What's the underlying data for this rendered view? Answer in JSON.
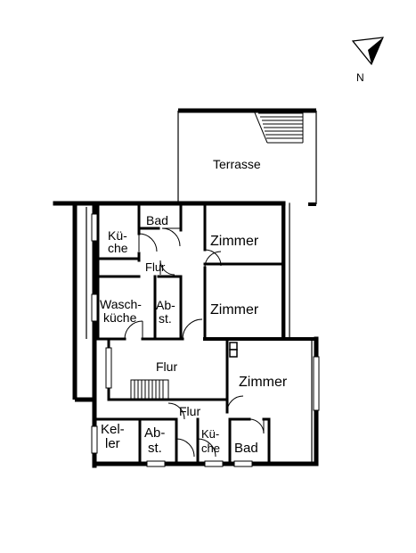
{
  "compass": {
    "label": "N"
  },
  "rooms": {
    "terrasse": "Terrasse",
    "bad_top": "Bad",
    "kueche_top_1": "Kü-",
    "kueche_top_2": "che",
    "flur_small": "Flur",
    "zimmer_1": "Zimmer",
    "zimmer_2": "Zimmer",
    "waschkueche_1": "Wasch-",
    "waschkueche_2": "küche",
    "abst_mid_1": "Ab-",
    "abst_mid_2": "st.",
    "flur_middle": "Flur",
    "zimmer_3": "Zimmer",
    "flur_lower": "Flur",
    "keller_1": "Kel-",
    "keller_2": "ler",
    "abst_low_1": "Ab-",
    "abst_low_2": "st.",
    "kueche_low_1": "Kü-",
    "kueche_low_2": "che",
    "bad_low": "Bad"
  }
}
